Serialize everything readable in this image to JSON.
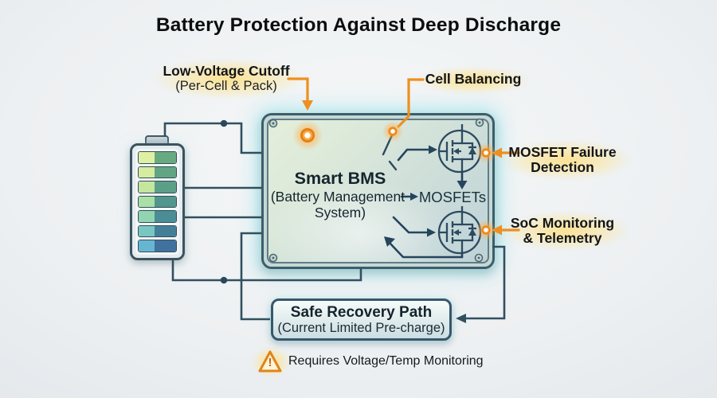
{
  "title": "Battery Protection Against Deep Discharge",
  "callouts": {
    "low_voltage_cutoff": {
      "line1": "Low-Voltage Cutoff",
      "line2": "(Per-Cell & Pack)"
    },
    "cell_balancing": {
      "label": "Cell Balancing"
    },
    "mosfet_failure": {
      "line1": "MOSFET Failure",
      "line2": "Detection"
    },
    "soc_monitoring": {
      "line1": "SoC Monitoring",
      "line2": "& Telemetry"
    }
  },
  "bms": {
    "title": "Smart BMS",
    "subtitle_line1": "(Battery Management",
    "subtitle_line2": "System)",
    "mosfets_label": "MOSFETs"
  },
  "recovery_box": {
    "title": "Safe Recovery Path",
    "subtitle": "(Current Limited Pre-charge)"
  },
  "warning": {
    "exclamation": "!",
    "text": "Requires Voltage/Temp Monitoring"
  },
  "battery": {
    "cells": [
      {
        "left": "#e0f0a2",
        "right": "#68aa80"
      },
      {
        "left": "#d6ec9f",
        "right": "#62a584"
      },
      {
        "left": "#c4e69e",
        "right": "#5b9f88"
      },
      {
        "left": "#aadfa6",
        "right": "#52968e"
      },
      {
        "left": "#92d4b2",
        "right": "#4a8d94"
      },
      {
        "left": "#79c6c2",
        "right": "#447f9a"
      },
      {
        "left": "#66b6d2",
        "right": "#41719e"
      }
    ]
  },
  "colors": {
    "accent_orange": "#ef8f1f",
    "glow_orange": "#ff9d2e",
    "wire_dark": "#31505f",
    "label_halo_yellow": "#fbe08c",
    "bms_glow_cyan": "#96e4eb",
    "warning_fill": "#fdf5d7",
    "warning_border": "#e0841c",
    "text_dark": "#131518"
  }
}
